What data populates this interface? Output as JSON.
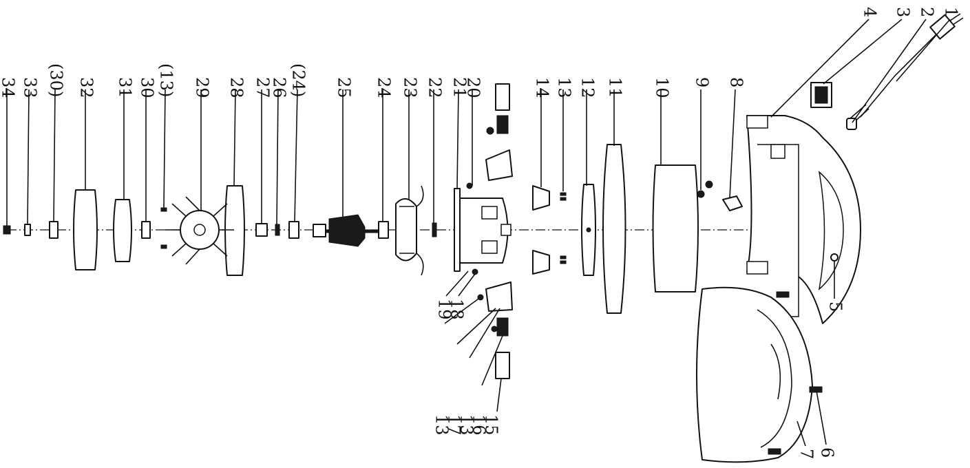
{
  "diagram": {
    "line_color": "#111111",
    "background": "#ffffff",
    "callouts": [
      "1",
      "2",
      "3",
      "4",
      "5",
      "6",
      "7",
      "8",
      "9",
      "10",
      "11",
      "12",
      "13",
      "14",
      "15",
      "16",
      "13",
      "17",
      "13",
      "18",
      "19",
      "20",
      "21",
      "22",
      "23",
      "24",
      "25",
      "(24)",
      "26",
      "27",
      "28",
      "29",
      "(13)",
      "30",
      "31",
      "32",
      "(30)",
      "33",
      "34"
    ]
  }
}
